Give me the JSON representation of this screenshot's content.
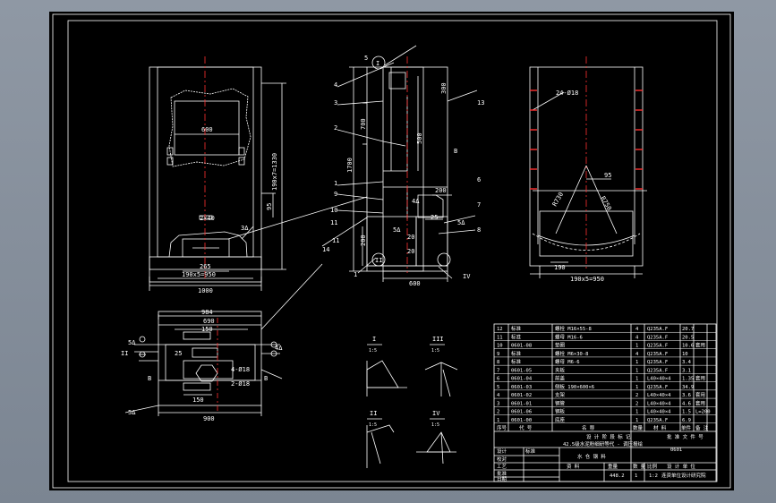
{
  "colors": {
    "background": "#828b97",
    "sheet": "#000000",
    "line": "#ffffff",
    "centerline": "#ff3030"
  },
  "view_front": {
    "dim_width_total": "1000",
    "dim_inner": "600",
    "dim_side": "190x7=1330",
    "dim_small": "95",
    "dim_bottom_step": "190x5=950",
    "dim_mid": "265",
    "plate_label": "2×40",
    "weld_label": "3Δ"
  },
  "view_side": {
    "balloons": [
      "5",
      "4",
      "3",
      "2",
      "1",
      "9",
      "10",
      "11",
      "7",
      "8",
      "6",
      "13",
      "14",
      "11",
      "1"
    ],
    "roman_top": "I",
    "roman_bottom_left": "II",
    "roman_bottom_right": "IV",
    "dim_700": "700",
    "dim_300": "300",
    "dim_500": "500",
    "dim_1700": "1700",
    "dim_200": "200",
    "dim_600": "600",
    "dim_25": "25",
    "dim_20": "20",
    "dim_20b": "20",
    "weld_5": "5Δ",
    "weld_4": "4Δ",
    "weld_5b": "5Δ",
    "letter_b": "B"
  },
  "view_right": {
    "hole_label": "24-Ø18",
    "dim_95": "95",
    "dim_r": "R730",
    "dim_r2": "R750",
    "dim_190": "190",
    "dim_bottom": "190x5=950"
  },
  "view_plan": {
    "dim_984": "984",
    "dim_690": "690",
    "dim_150": "150",
    "dim_900": "900",
    "dim_150b": "150",
    "dim_25": "25",
    "dim_4": "4-Ø18",
    "dim_2": "2-Ø18",
    "weld_5": "5Δ",
    "weld_4": "4Δ",
    "weld_5b": "5Δ",
    "letter_b": "B",
    "letter_b2": "B",
    "label_ii": "II"
  },
  "details": [
    {
      "label": "I",
      "scale": "1:5"
    },
    {
      "label": "III",
      "scale": "1:5"
    },
    {
      "label": "II",
      "scale": "1:5"
    },
    {
      "label": "IV",
      "scale": "1:5"
    }
  ],
  "title_block": {
    "rows": [
      {
        "no": "12",
        "code": "标准",
        "name": "螺栓 M16×55-8",
        "qty": "4",
        "mat": "Q235A.F",
        "w": "20.7",
        "note": ""
      },
      {
        "no": "11",
        "code": "标准",
        "name": "螺母 M16-6",
        "qty": "4",
        "mat": "Q235A.F",
        "w": "20.5",
        "note": ""
      },
      {
        "no": "10",
        "code": "0601-08",
        "name": "垫圈",
        "qty": "1",
        "mat": "Q235A.F",
        "w": "10.6",
        "note": "套用"
      },
      {
        "no": "9",
        "code": "标准",
        "name": "螺栓 M6×30-8",
        "qty": "4",
        "mat": "Q235A.F",
        "w": "10",
        "note": ""
      },
      {
        "no": "8",
        "code": "标准",
        "name": "螺母 M6-6",
        "qty": "1",
        "mat": "Q235A.F",
        "w": "3.4",
        "note": ""
      },
      {
        "no": "7",
        "code": "0601-05",
        "name": "夹板",
        "qty": "1",
        "mat": "Q235A.F",
        "w": "3.1",
        "note": ""
      },
      {
        "no": "6",
        "code": "0601-04",
        "name": "前盖",
        "qty": "1",
        "mat": "L40×40×4",
        "w": "1.35",
        "note": "套用"
      },
      {
        "no": "5",
        "code": "0601-03",
        "name": "侧板 190×600×6",
        "qty": "1",
        "mat": "Q235A.F",
        "w": "34.9",
        "note": ""
      },
      {
        "no": "4",
        "code": "0601-02",
        "name": "支架",
        "qty": "2",
        "mat": "L40×40×4",
        "w": "3.6",
        "note": "套用"
      },
      {
        "no": "3",
        "code": "0601-01",
        "name": "钢管",
        "qty": "2",
        "mat": "L40×40×4",
        "w": "4.6",
        "note": "套用"
      },
      {
        "no": "2",
        "code": "0601-06",
        "name": "钢板",
        "qty": "1",
        "mat": "L40×40×4",
        "w": "1.5",
        "note": "L=200"
      },
      {
        "no": "1",
        "code": "0601-00",
        "name": "底座",
        "qty": "1",
        "mat": "Q235A.F",
        "w": "6.9",
        "note": ""
      }
    ],
    "header": [
      "序号",
      "代 号",
      "名 称",
      "数量",
      "材 料",
      "单件",
      "备 注"
    ],
    "header_top": "设 计 阶 段 标 记",
    "header_right": "批 准 文 件 号",
    "project": "42.5级水泥粉细研等代 - 调压报绘",
    "drawing_title": "水 仓 钢 料",
    "drawing_no": "0601",
    "design": "设计",
    "check": "校对",
    "process": "工艺",
    "standard": "标准",
    "approve": "批准",
    "date": "日期",
    "mass": "448.2",
    "scale": "1:2",
    "sheet_count": "1",
    "company": "连资单位设计研究院",
    "col_labels": [
      "资 料",
      "重量",
      "数 量",
      "比例"
    ],
    "unit_label": "设 计 单 位"
  }
}
